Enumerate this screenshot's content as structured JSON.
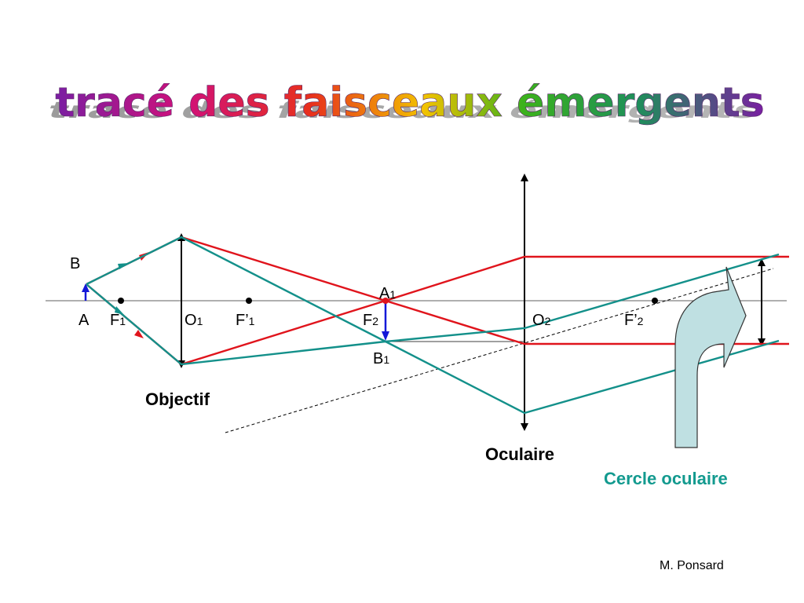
{
  "title": "tracé des faisceaux émergents",
  "labels": {
    "B": "B",
    "A": "A",
    "F1": "F",
    "F1_sub": "1",
    "O1": "O",
    "O1_sub": "1",
    "Fp1": "F’",
    "Fp1_sub": "1",
    "A1": "A",
    "A1_sub": "1",
    "F2": "F",
    "F2_sub": "2",
    "B1": "B",
    "B1_sub": "1",
    "O2": "O",
    "O2_sub": "2",
    "Fp2": "F’",
    "Fp2_sub": "2"
  },
  "objectif": "Objectif",
  "oculaire": "Oculaire",
  "cercle": "Cercle oculaire",
  "author": "M. Ponsard",
  "colors": {
    "red": "#E0141C",
    "teal": "#13908A",
    "blue": "#1418D8",
    "arrow_fill": "#BFE0E2"
  }
}
